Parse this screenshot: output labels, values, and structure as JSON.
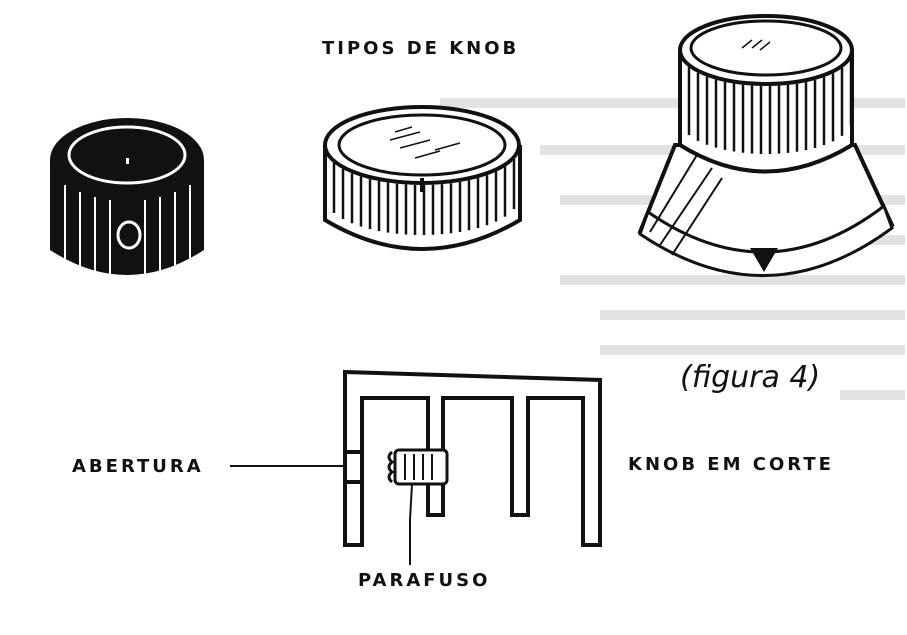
{
  "title": "TIPOS DE KNOB",
  "figure_caption": "(figura 4)",
  "labels": {
    "abertura": "ABERTURA",
    "knob_em_corte": "KNOB EM CORTE",
    "parafuso": "PARAFUSO"
  },
  "colors": {
    "ink": "#111111",
    "paper": "#ffffff",
    "show_through": "#d8d8d8"
  }
}
